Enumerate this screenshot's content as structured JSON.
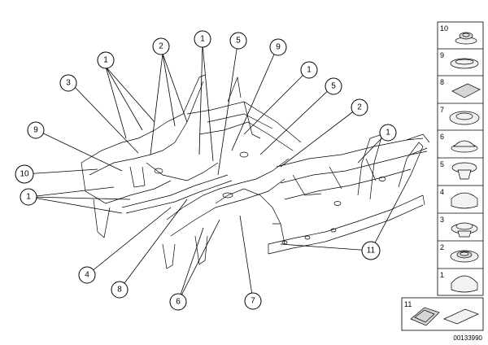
{
  "callouts": [
    {
      "label": "1"
    },
    {
      "label": "2"
    },
    {
      "label": "1"
    },
    {
      "label": "5"
    },
    {
      "label": "9"
    },
    {
      "label": "3"
    },
    {
      "label": "1"
    },
    {
      "label": "5"
    },
    {
      "label": "2"
    },
    {
      "label": "9"
    },
    {
      "label": "10"
    },
    {
      "label": "1"
    },
    {
      "label": "1"
    },
    {
      "label": "11"
    },
    {
      "label": "4"
    },
    {
      "label": "8"
    },
    {
      "label": "6"
    },
    {
      "label": "7"
    }
  ],
  "legend": {
    "items": [
      {
        "num": "10",
        "part": "grommet-flanged"
      },
      {
        "num": "9",
        "part": "plug-oval"
      },
      {
        "num": "8",
        "part": "pad-square"
      },
      {
        "num": "7",
        "part": "plug-ring"
      },
      {
        "num": "6",
        "part": "plug-domed"
      },
      {
        "num": "5",
        "part": "plug-clip"
      },
      {
        "num": "4",
        "part": "cap-round"
      },
      {
        "num": "3",
        "part": "plug-stepped"
      },
      {
        "num": "2",
        "part": "grommet-ring"
      },
      {
        "num": "1",
        "part": "cap-dome"
      }
    ],
    "bottom": {
      "num": "11"
    }
  },
  "reference_code": "00133990"
}
